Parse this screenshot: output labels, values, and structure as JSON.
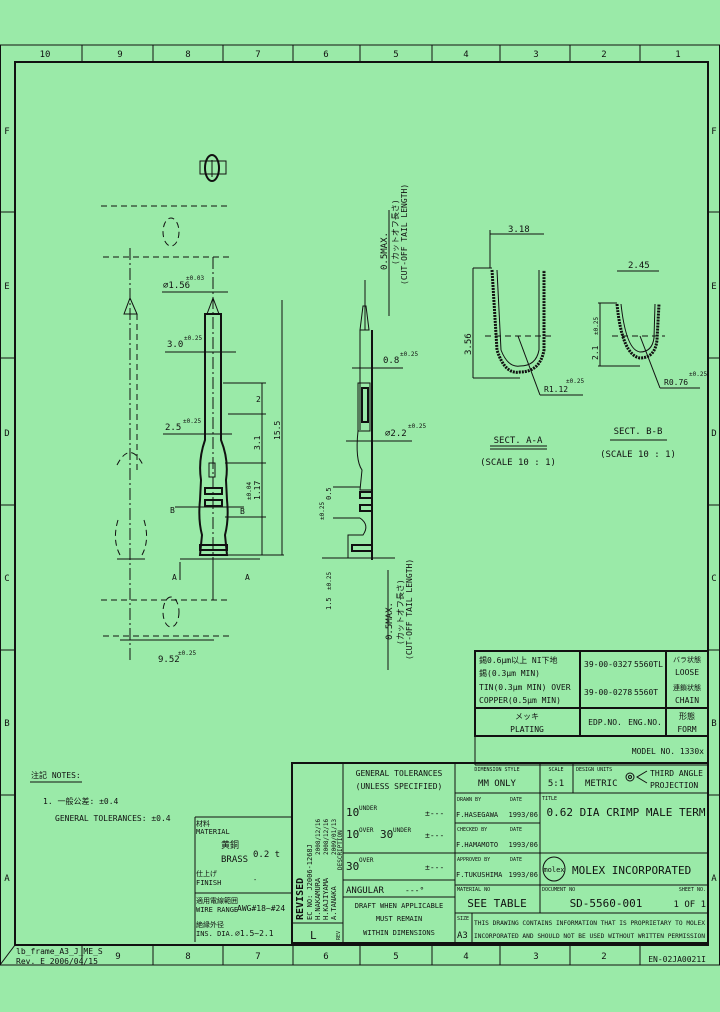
{
  "frame": {
    "columns": [
      "10",
      "9",
      "8",
      "7",
      "6",
      "5",
      "4",
      "3",
      "2",
      "1"
    ],
    "rows": [
      "F",
      "E",
      "D",
      "C",
      "B",
      "A"
    ],
    "template_name": "lb_frame_A3_J_ME_S",
    "template_rev": "Rev. E 2006/04/15",
    "doc_ref": "EN-02JA0021I"
  },
  "drawing": {
    "dim_tip_dia": "∅1.56",
    "dim_tip_tol": "±0.03",
    "dim_3_0": "3.0",
    "dim_3_0_tol": "±0.25",
    "dim_2_5": "2.5",
    "dim_2_5_tol": "±0.25",
    "dim_2": "2",
    "dim_3_1": "3.1",
    "dim_1_17": "1.17",
    "dim_1_17_tol": "±0.04",
    "dim_overall": "15.5",
    "dim_9_52": "9.52",
    "dim_9_52_tol": "±0.25",
    "dim_0_8": "0.8",
    "dim_0_8_tol": "±0.25",
    "dim_2_2": "∅2.2",
    "dim_2_2_tol": "±0.25",
    "dim_side_0_5": "0.5",
    "dim_side_1_5": "1.5",
    "dim_side_tol": "±0.25",
    "label_A": "A",
    "label_B": "B",
    "cutoff_top_1": "0.5MAX.",
    "cutoff_top_2": "(カットオフ長さ)",
    "cutoff_top_3": "(CUT-OFF TAIL LENGTH)",
    "cutoff_bot_1": "0.5MAX.",
    "cutoff_bot_2": "(カットオフ長さ)",
    "cutoff_bot_3": "(CUT-OFF TAIL LENGTH)"
  },
  "sections": {
    "a": {
      "width": "3.18",
      "height": "3.56",
      "radius": "R1.12",
      "radius_tol": "±0.25",
      "title": "SECT. A-A",
      "scale": "(SCALE 10 : 1)"
    },
    "b": {
      "width": "2.45",
      "height": "2.1",
      "height_tol": "±0.25",
      "radius": "R0.76",
      "radius_tol": "±0.25",
      "title": "SECT. B-B",
      "scale": "(SCALE 10 : 1)"
    }
  },
  "plating_table": {
    "rows": [
      {
        "plating": [
          "錫0.6μm以上 NI下地",
          "錫(0.3μm MIN)"
        ],
        "edp": "39-00-0327",
        "eng": "5560TL",
        "form": [
          "バラ状態",
          "LOOSE"
        ]
      },
      {
        "plating": [
          "TIN(0.3μm MIN) OVER",
          "COPPER(0.5μm MIN)"
        ],
        "edp": "39-00-0278",
        "eng": "5560T",
        "form": [
          "連鎖状態",
          "CHAIN"
        ]
      }
    ],
    "header": {
      "plating_jp": "メッキ",
      "plating": "PLATING",
      "edp": "EDP.NO.",
      "eng": "ENG.NO.",
      "form_jp": "形態",
      "form": "FORM"
    },
    "model_no": "MODEL NO. 1330x"
  },
  "notes": {
    "title": "注記 NOTES:",
    "line1": "1. 一般公差: ±0.4",
    "line2": "GENERAL TOLERANCES: ±0.4"
  },
  "material_block": {
    "material_jp": "材料",
    "material_label": "MATERIAL",
    "material_jp_value": "黄銅",
    "material_value": "BRASS",
    "thickness": "0.2 t",
    "finish_jp": "仕上げ",
    "finish_label": "FINISH",
    "finish_value": "-",
    "wire_range_jp": "適用電線範囲",
    "wire_range_label": "WIRE RANGE",
    "wire_range_value": "AWG#18~#24",
    "ins_dia_jp": "絶縁外径",
    "ins_dia_label": "INS. DIA.",
    "ins_dia_value": "∅1.5~2.1"
  },
  "title_block": {
    "revised": "REVISED",
    "ecn": "EC NO: J2006-1268J",
    "drawn_name": "H.NAKAMURA",
    "checked_name": "H.KAJIYAMA",
    "approved_name": "A.TANAKA",
    "date1": "2008/12/16",
    "date2": "2008/12/16",
    "date3": "2009/01/13",
    "description": "DESCRIPTION",
    "rev_letter": "L",
    "rev_no": "REV",
    "gen_tol_1": "GENERAL TOLERANCES",
    "gen_tol_2": "(UNLESS SPECIFIED)",
    "tol_row1": "10",
    "tol_row1_sup": "UNDER",
    "tol_row2a": "10",
    "tol_row2a_sup": "OVER",
    "tol_row2b": "30",
    "tol_row2b_sup": "UNDER",
    "tol_row3": "30",
    "tol_row3_sup": "OVER",
    "tol_value": "±---",
    "angular": "ANGULAR",
    "angular_value": "---°",
    "dual_1": "DRAFT WHEN APPLICABLE",
    "dual_2": "MUST REMAIN",
    "dual_3": "WITHIN DIMENSIONS",
    "dim_style_label": "DIMENSION STYLE",
    "dim_style": "MM ONLY",
    "scale_label": "SCALE",
    "scale": "5:1",
    "units_label": "DESIGN UNITS",
    "units": "METRIC",
    "projection_1": "THIRD ANGLE",
    "projection_2": "PROJECTION",
    "drawn_label": "DRAWN BY",
    "drawn_by": "F.HASEGAWA",
    "drawn_date": "1993/06",
    "checked_label": "CHECKED BY",
    "checked_by": "F.HAMAMOTO",
    "checked_date": "1993/06",
    "approved_label": "APPROVED BY",
    "approved_by": "F.TUKUSHIMA",
    "approved_date": "1993/06",
    "date_label": "DATE",
    "title_label": "TITLE",
    "title": "0.62 DIA CRIMP MALE TERM",
    "logo": "molex",
    "company": "MOLEX INCORPORATED",
    "material_no_label": "MATERIAL NO",
    "material_no": "SEE TABLE",
    "doc_no_label": "DOCUMENT NO",
    "doc_no": "SD-5560-001",
    "sheet_label": "SHEET NO.",
    "sheet": "1 OF 1",
    "size_label": "SIZE",
    "size": "A3",
    "disclaimer_1": "THIS DRAWING CONTAINS INFORMATION THAT IS PROPRIETARY TO MOLEX",
    "disclaimer_2": "INCORPORATED AND SHOULD NOT BE USED WITHOUT WRITTEN PERMISSION"
  }
}
